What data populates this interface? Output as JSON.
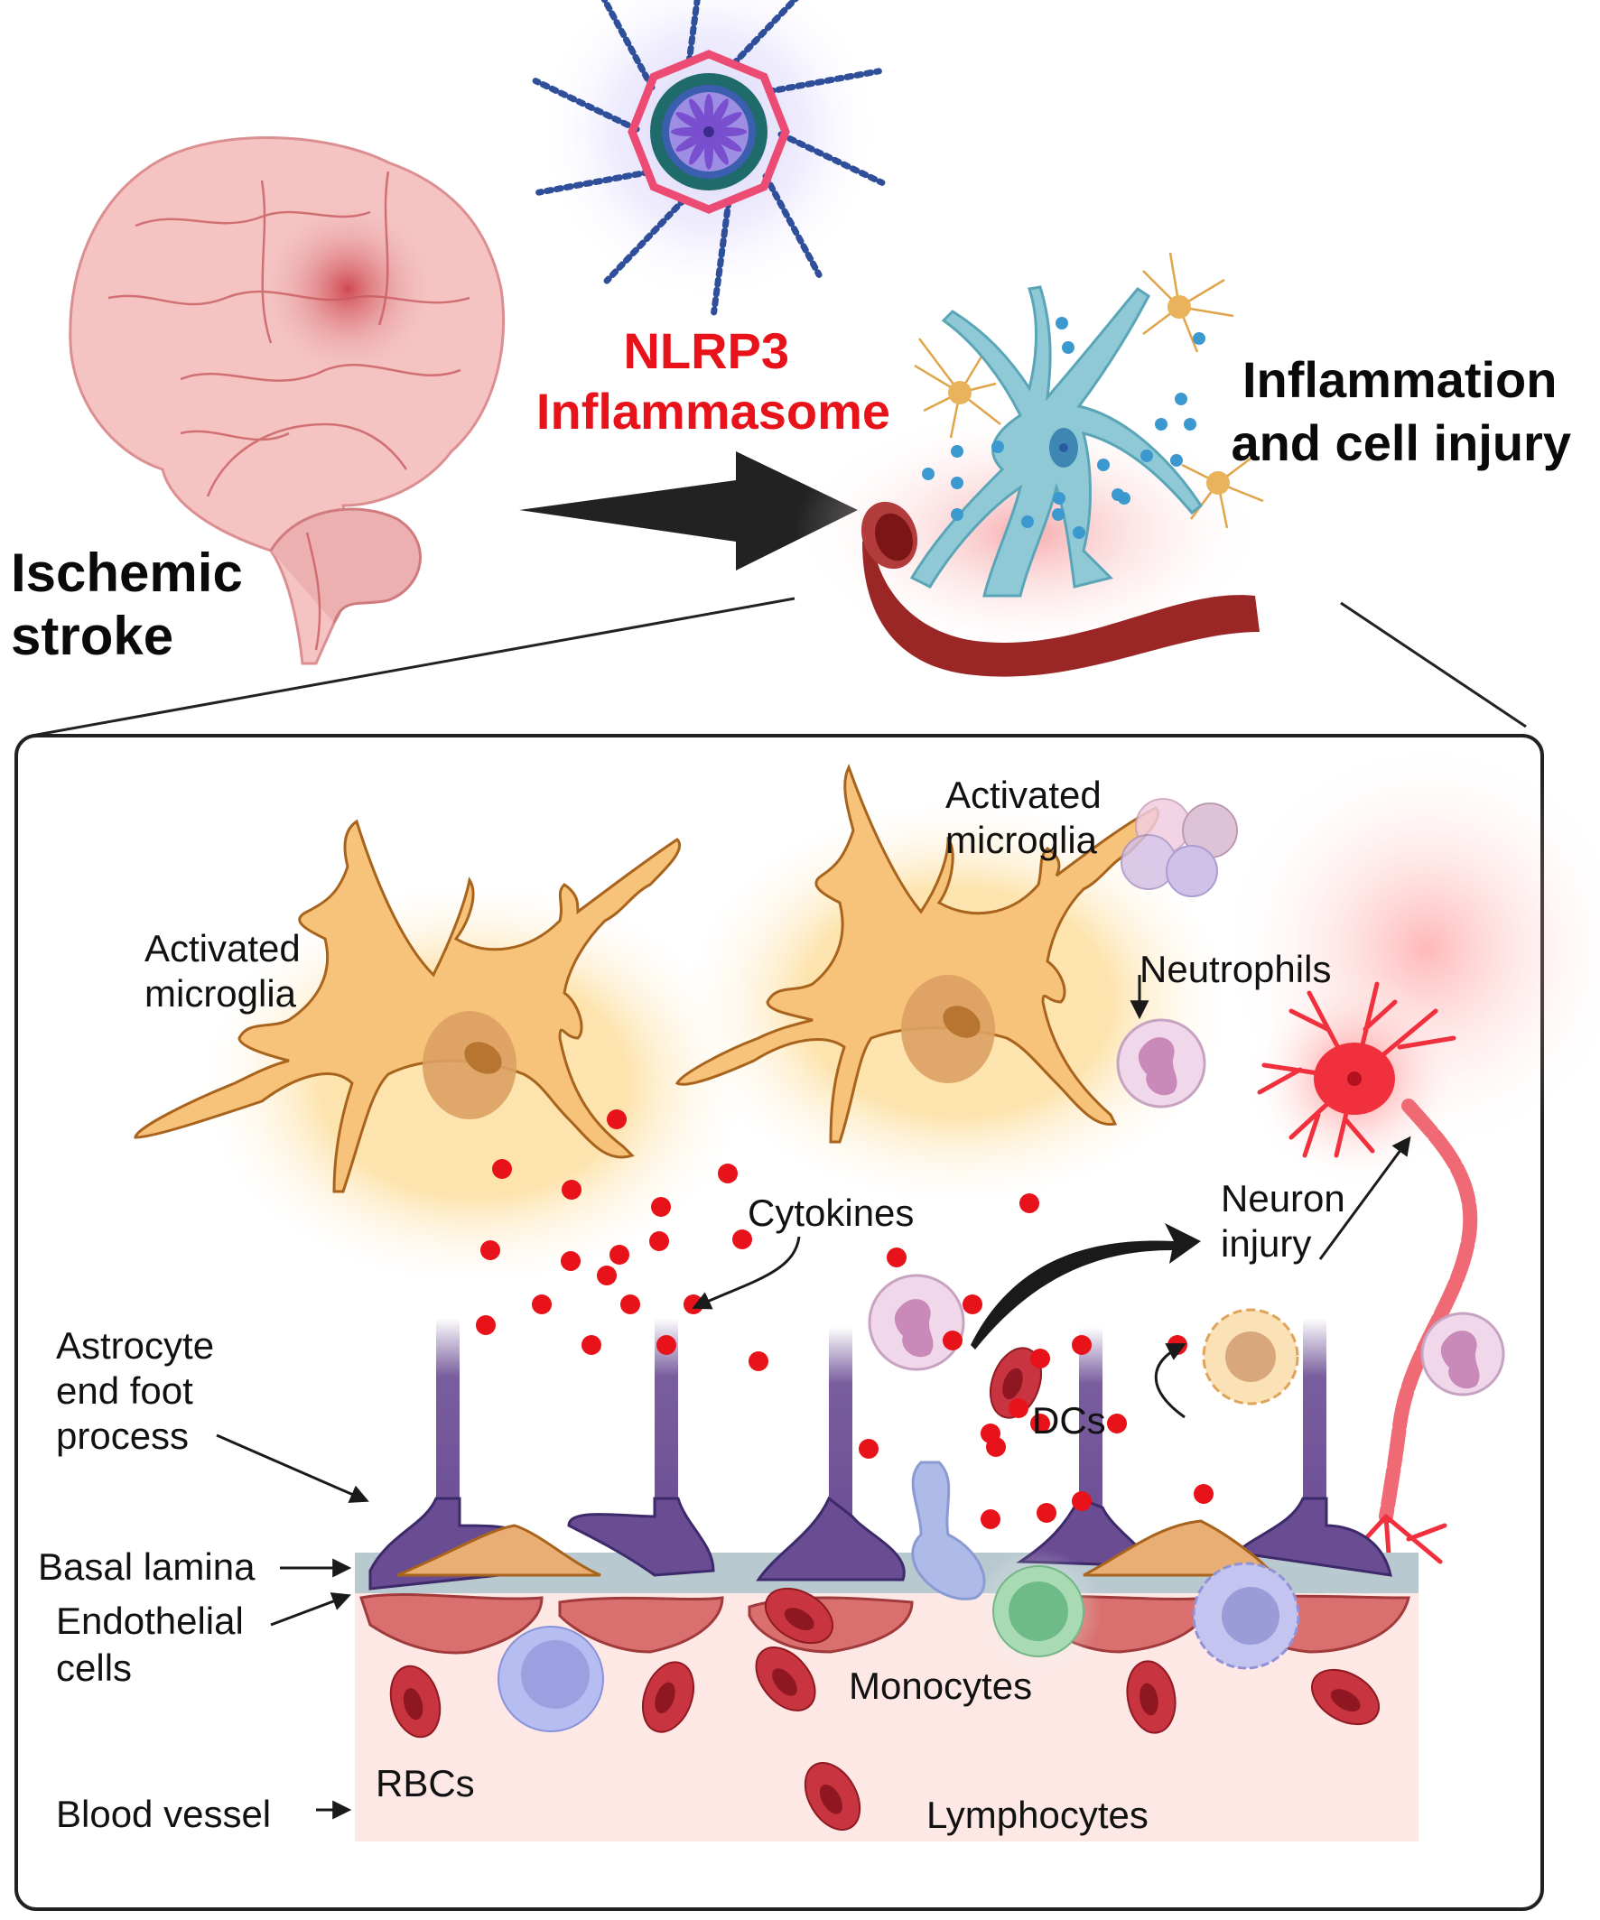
{
  "figure": {
    "title_left": [
      "Ischemic",
      "stroke"
    ],
    "center_title": [
      "NLRP3",
      "Inflammasome"
    ],
    "right_title": [
      "Inflammation",
      "and cell injury"
    ],
    "colors": {
      "nlrp3_red": "#e8121a",
      "microglia_fill": "#f7c27a",
      "microglia_stroke": "#a8631d",
      "astrocyte_purple": "#6a4c93",
      "cytokine_red": "#e8121a",
      "neuron_red": "#f0303c",
      "astrocyte_blue": "#8fc9d6",
      "vessel_red": "#9b2626",
      "blood_vessel_bg": "#fde8e6",
      "basal_lamina": "#b9c9d0"
    }
  },
  "panel": {
    "labels": {
      "microglia_left": [
        "Activated",
        "microglia"
      ],
      "microglia_right": [
        "Activated",
        "microglia"
      ],
      "neutrophils": "Neutrophils",
      "cytokines": "Cytokines",
      "neuron_injury": [
        "Neuron",
        "injury"
      ],
      "astrocyte": [
        "Astrocyte",
        "end foot",
        "process"
      ],
      "basal_lamina": "Basal lamina",
      "endothelial": [
        "Endothelial",
        "cells"
      ],
      "blood_vessel": "Blood vessel",
      "rbcs": "RBCs",
      "dcs": "DCs",
      "monocytes": "Monocytes",
      "lymphocytes": "Lymphocytes"
    }
  }
}
